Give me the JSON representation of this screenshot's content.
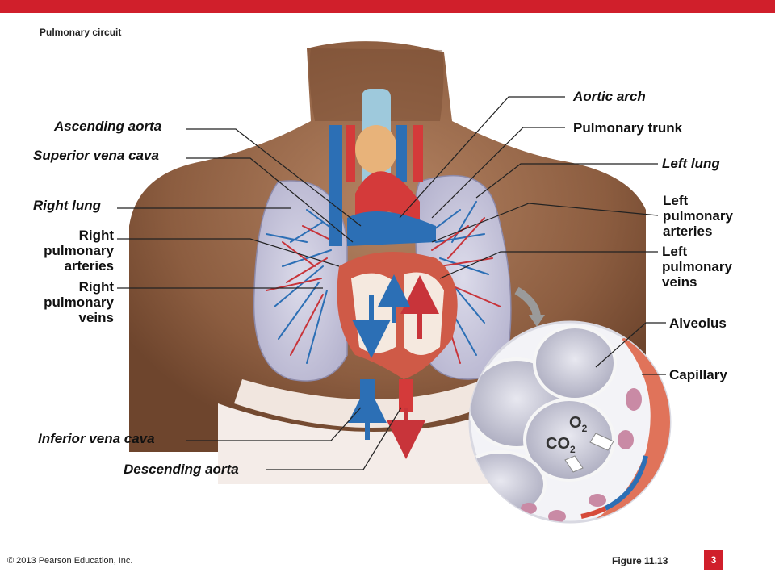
{
  "header": {
    "title": "Pulmonary circuit",
    "accent_color": "#d01f2b"
  },
  "labels": {
    "aortic_arch": "Aortic arch",
    "ascending_aorta": "Ascending aorta",
    "pulmonary_trunk": "Pulmonary trunk",
    "superior_vena_cava": "Superior vena cava",
    "left_lung": "Left lung",
    "right_lung": "Right lung",
    "left_pulmonary_arteries": [
      "Left",
      "pulmonary",
      "arteries"
    ],
    "right_pulmonary_arteries": [
      "Right",
      "pulmonary",
      "arteries"
    ],
    "left_pulmonary_veins": [
      "Left",
      "pulmonary",
      "veins"
    ],
    "right_pulmonary_veins": [
      "Right",
      "pulmonary",
      "veins"
    ],
    "alveolus": "Alveolus",
    "capillary": "Capillary",
    "inferior_vena_cava": "Inferior vena cava",
    "descending_aorta": "Descending aorta",
    "o2": "O",
    "o2_sub": "2",
    "co2": "CO",
    "co2_sub": "2"
  },
  "footer": {
    "copyright": "© 2013 Pearson Education, Inc.",
    "figure": "Figure 11.13",
    "page": "3"
  },
  "colors": {
    "oxygenated": "#d43a3a",
    "deoxygenated": "#2c6fb5",
    "skin": "#9a6a4a",
    "lung": "#c9c8dd"
  }
}
